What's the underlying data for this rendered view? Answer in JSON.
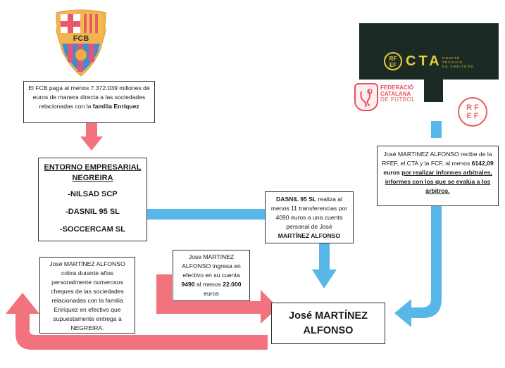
{
  "colors": {
    "pink_arrow": "#f2727e",
    "blue_arrow": "#57b7e8",
    "cta_bg": "#1c2a24",
    "cta_gold": "#e3cf3a",
    "fcf_red": "#e8505f",
    "rfef_red": "#ec5b62"
  },
  "logos": {
    "fcb": {
      "text": "FCB"
    },
    "cta": {
      "badge_top": "RF",
      "badge_bottom": "EF",
      "acronym": "CTA",
      "line1": "COMITÉ",
      "line2": "TÉCNICO",
      "line3": "DE ÁRBITROS"
    },
    "fcf": {
      "line1": "FEDERACIÓ",
      "line2": "CATALANA",
      "line3": "DE FUTBOL"
    },
    "rfef": {
      "top": "RF",
      "bottom": "EF"
    }
  },
  "boxes": {
    "fcb_payment": {
      "pre": "El FCB paga al menos 7.372.039 millones de euros de manera directa a las sociedades relacionadas con la ",
      "bold": "familia Enríquez"
    },
    "entorno": {
      "title_line1": "ENTORNO EMPRESARIAL",
      "title_line2": "NEGREIRA",
      "items": [
        "-NILSAD SCP",
        "-DASNIL 95 SL",
        "-SOCCERCAM SL"
      ]
    },
    "dasnil": {
      "bold1": "DASNIL 95 SL",
      "text1": " realiza al menos 11 transferencias por 4090 euros a una cuenta personal de José ",
      "bold2": "MARTÍNEZ ALFONSO"
    },
    "referee_reports": {
      "text1": "José MARTINEZ ALFONSO recibe de la RFEF, el CTA y la FCF, al menos ",
      "bold1": "6142,09 euros",
      "underline": "por realizar informes arbitrales, informes con los que se evalúa a los árbitros."
    },
    "cash_deposit": {
      "text1": "Jose MARTINEZ ALFONSO ingresa en efectivo en su cuenta ",
      "bold1": "9490",
      "text2": " al menos ",
      "bold2": "22.000",
      "text3": " euros"
    },
    "cheques": {
      "text": "José MARTÍNEZ ALFONSO cobra durante años personalmente numerosos cheques de las sociedades relacionadas con la familia Enríquez en efectivo que supuestamente entrega a NEGREIRA."
    },
    "central": {
      "line1": "José MARTÍNEZ",
      "line2": "ALFONSO"
    }
  }
}
